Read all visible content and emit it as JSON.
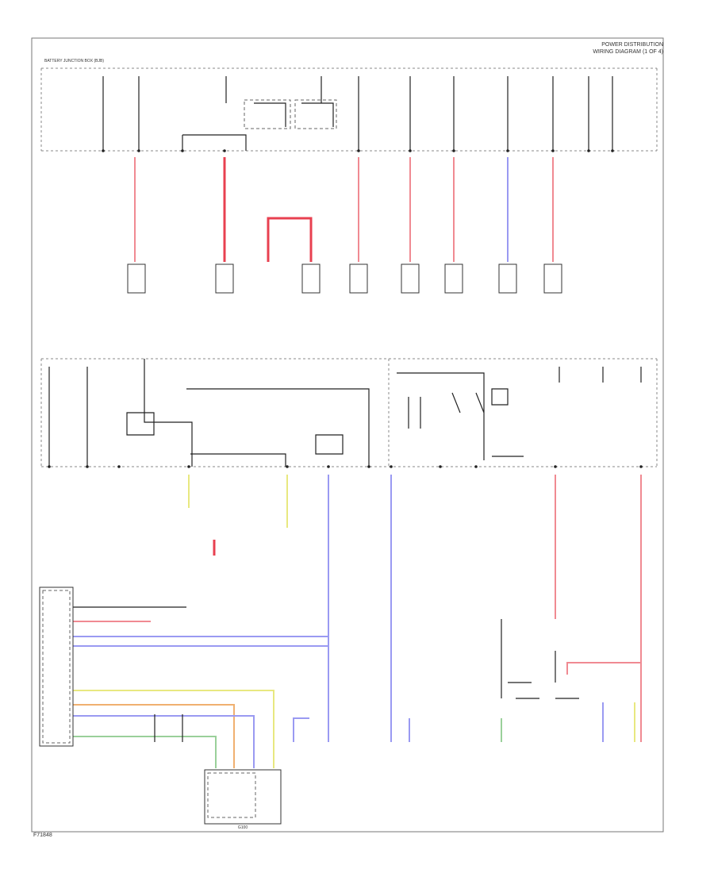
{
  "header": {
    "line1": "POWER DISTRIBUTION",
    "line2": "WIRING DIAGRAM (1 OF 4)"
  },
  "footer": {
    "code": "F71848"
  },
  "panel_top": {
    "box_label": "BATTERY JUNCTION BOX (BJB)"
  },
  "ground_label": "G100",
  "colors": {
    "red_wire": "#f08a92",
    "blue_wire": "#9a9af2",
    "yellow_wire": "#e8e880",
    "orange_wire": "#f0b070",
    "green_wire": "#9ad09a",
    "dark_red_wire": "#e84050"
  }
}
